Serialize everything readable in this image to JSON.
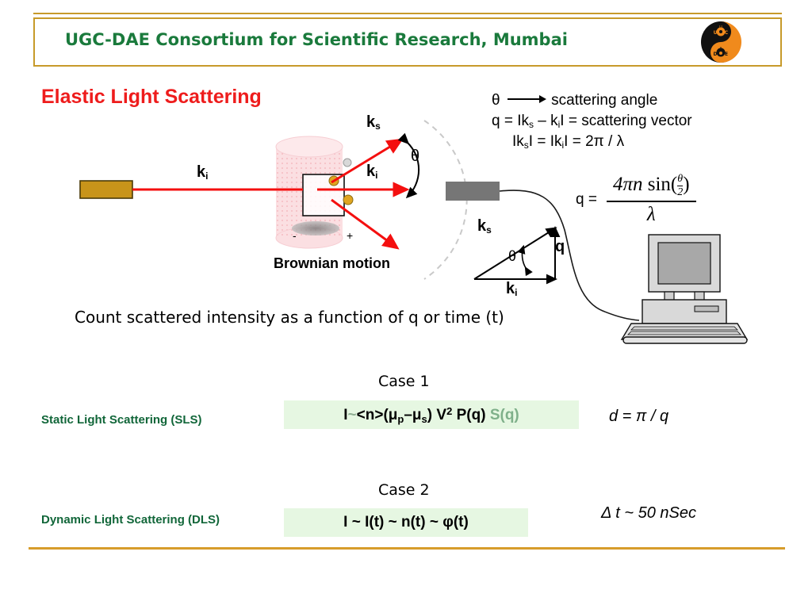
{
  "header": {
    "title": "UGC-DAE Consortium for Scientific Research, Mumbai",
    "logo_name": "ugc-dae-yinyang-logo",
    "logo_text_top": "UGC",
    "logo_text_bottom": "DAE",
    "border_color": "#c79a2a",
    "title_color": "#1a7a3c"
  },
  "slide": {
    "title": "Elastic Light Scattering",
    "title_color": "#ee1c1c",
    "caption": "Count scattered intensity as a function of q or time (t)",
    "bottom_rule_color": "#d79c2b"
  },
  "legend": {
    "line1_symbol": "θ",
    "line1_text": "scattering angle",
    "line2": "q = Ik",
    "line2_sub1": "s",
    "line2_mid": " – k",
    "line2_sub2": "i",
    "line2_end": "I = scattering vector",
    "line3": "Ik",
    "line3_sub1": "s",
    "line3_mid": "I = Ik",
    "line3_sub2": "i",
    "line3_end": "I = 2π / λ"
  },
  "q_formula": {
    "label": "q =",
    "numerator_coeff": "4",
    "numerator_pi": "π",
    "numerator_n": "n",
    "numerator_sin": "sin(",
    "numerator_theta": "θ",
    "numerator_two": "2",
    "numerator_close": ")",
    "denominator": "λ"
  },
  "diagram": {
    "laser_name": "laser-source",
    "laser_color": "#c8941a",
    "beam_color": "#f40f0f",
    "cell_name": "sample-cell",
    "cell_color": "#fbdfe2",
    "detector_name": "detector-box",
    "detector_color": "#767676",
    "computer_name": "computer-workstation",
    "label_ki_main": "k",
    "label_ki_main_sub": "i",
    "label_ks_cell": "k",
    "label_ks_cell_sub": "s",
    "label_ki_cell": "k",
    "label_ki_cell_sub": "i",
    "label_theta_cell": "θ",
    "label_brownian": "Brownian motion",
    "label_ks_tri": "k",
    "label_ks_tri_sub": "s",
    "label_ki_tri": "k",
    "label_ki_tri_sub": "i",
    "label_q_tri": "q",
    "label_theta_tri": "θ",
    "label_plus": "+",
    "label_minus": "-"
  },
  "cases": {
    "case1_label": "Case 1",
    "case2_label": "Case 2",
    "sls_label": "Static Light Scattering (SLS)",
    "dls_label": "Dynamic Light Scattering (DLS)",
    "sls_formula": {
      "part_I": "I",
      "part_tilde": "~",
      "part_n": "<n>",
      "part_open": "(",
      "part_mu_p": "μ",
      "part_mu_p_sub": "p",
      "part_minus": "–",
      "part_mu_s": "μ",
      "part_mu_s_sub": "s",
      "part_close": ")",
      "part_V": "V",
      "part_V_sup": "2",
      "part_P": "P(q)",
      "part_S": "S(q)"
    },
    "dls_formula": "I ~ I(t) ~ n(t) ~ φ(t)",
    "note_d": "d = π / q",
    "note_dt": "Δ t ~ 50 nSec",
    "highlight_color": "#e6f7e2",
    "technique_color": "#116639"
  }
}
